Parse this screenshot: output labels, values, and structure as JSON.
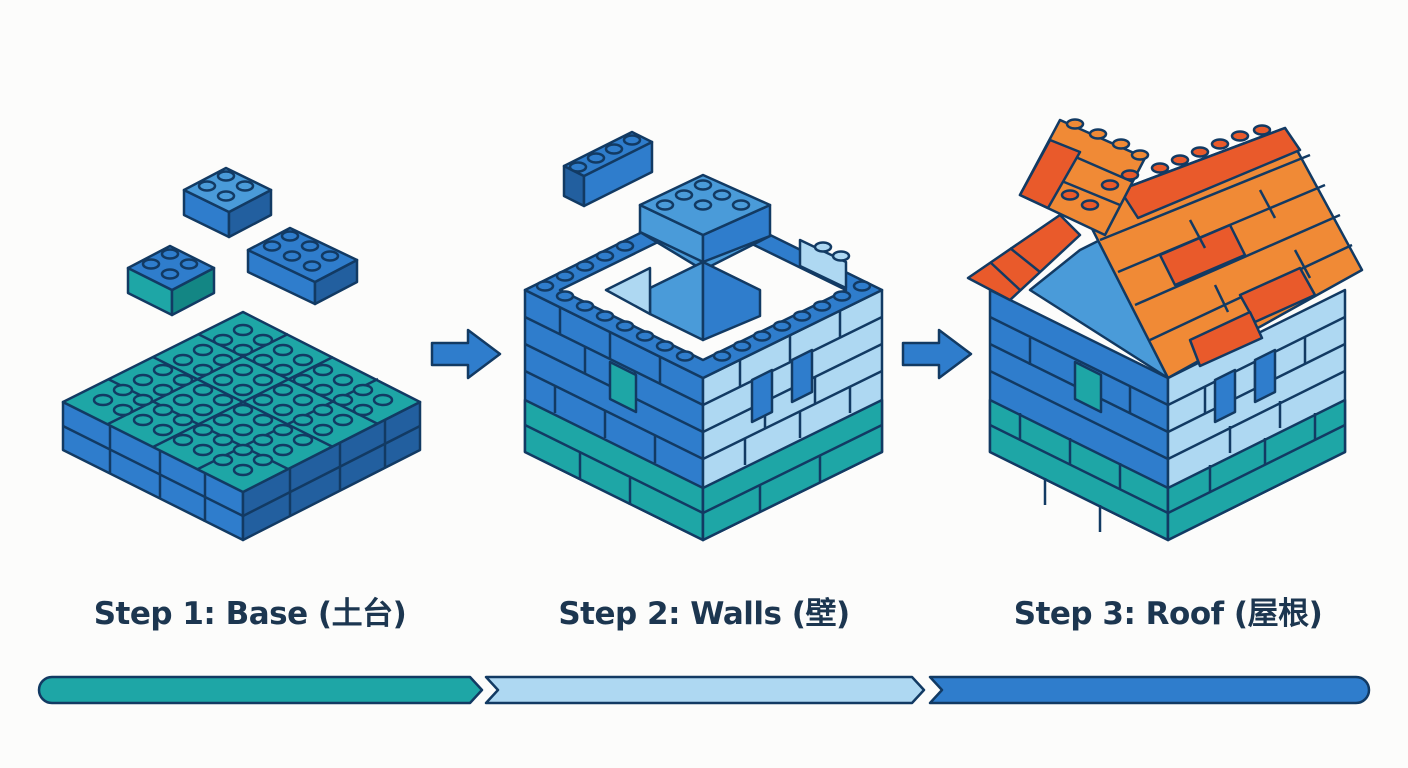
{
  "colors": {
    "outline": "#123a63",
    "teal": "#1ea6a6",
    "teal_dark": "#138684",
    "blue": "#2f7dcc",
    "blue_dark": "#225f9f",
    "blue_mid": "#4a9bd9",
    "light_blue": "#aed8f2",
    "light_blue_dark": "#8cc4e8",
    "orange": "#f08a36",
    "orange_red": "#e95a2b",
    "label_text": "#1c3650"
  },
  "steps": [
    {
      "label": "Step 1: Base (土台)",
      "bar_color": "#1ea6a6",
      "stage": "base"
    },
    {
      "label": "Step 2: Walls (壁)",
      "bar_color": "#aed8f2",
      "stage": "walls"
    },
    {
      "label": "Step 3: Roof (屋根)",
      "bar_color": "#2f7dcc",
      "stage": "roof"
    }
  ],
  "connectors": [
    {
      "icon": "arrow-right-icon"
    },
    {
      "icon": "arrow-right-icon"
    }
  ]
}
